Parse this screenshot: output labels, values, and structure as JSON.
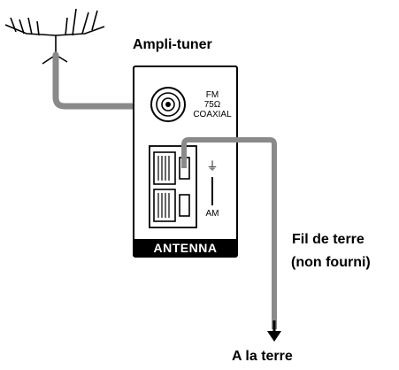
{
  "labels": {
    "device": "Ampli-tuner",
    "fm_line1": "FM",
    "fm_line2": "75Ω",
    "fm_line3": "COAXIAL",
    "ground_symbol": "⏚",
    "am": "AM",
    "panel": "ANTENNA",
    "ground_wire_line1": "Fil de terre",
    "ground_wire_line2": "(non fourni)",
    "earth": "A la terre"
  },
  "colors": {
    "cable": "#8a8a8a",
    "panel_bar": "#000000"
  }
}
